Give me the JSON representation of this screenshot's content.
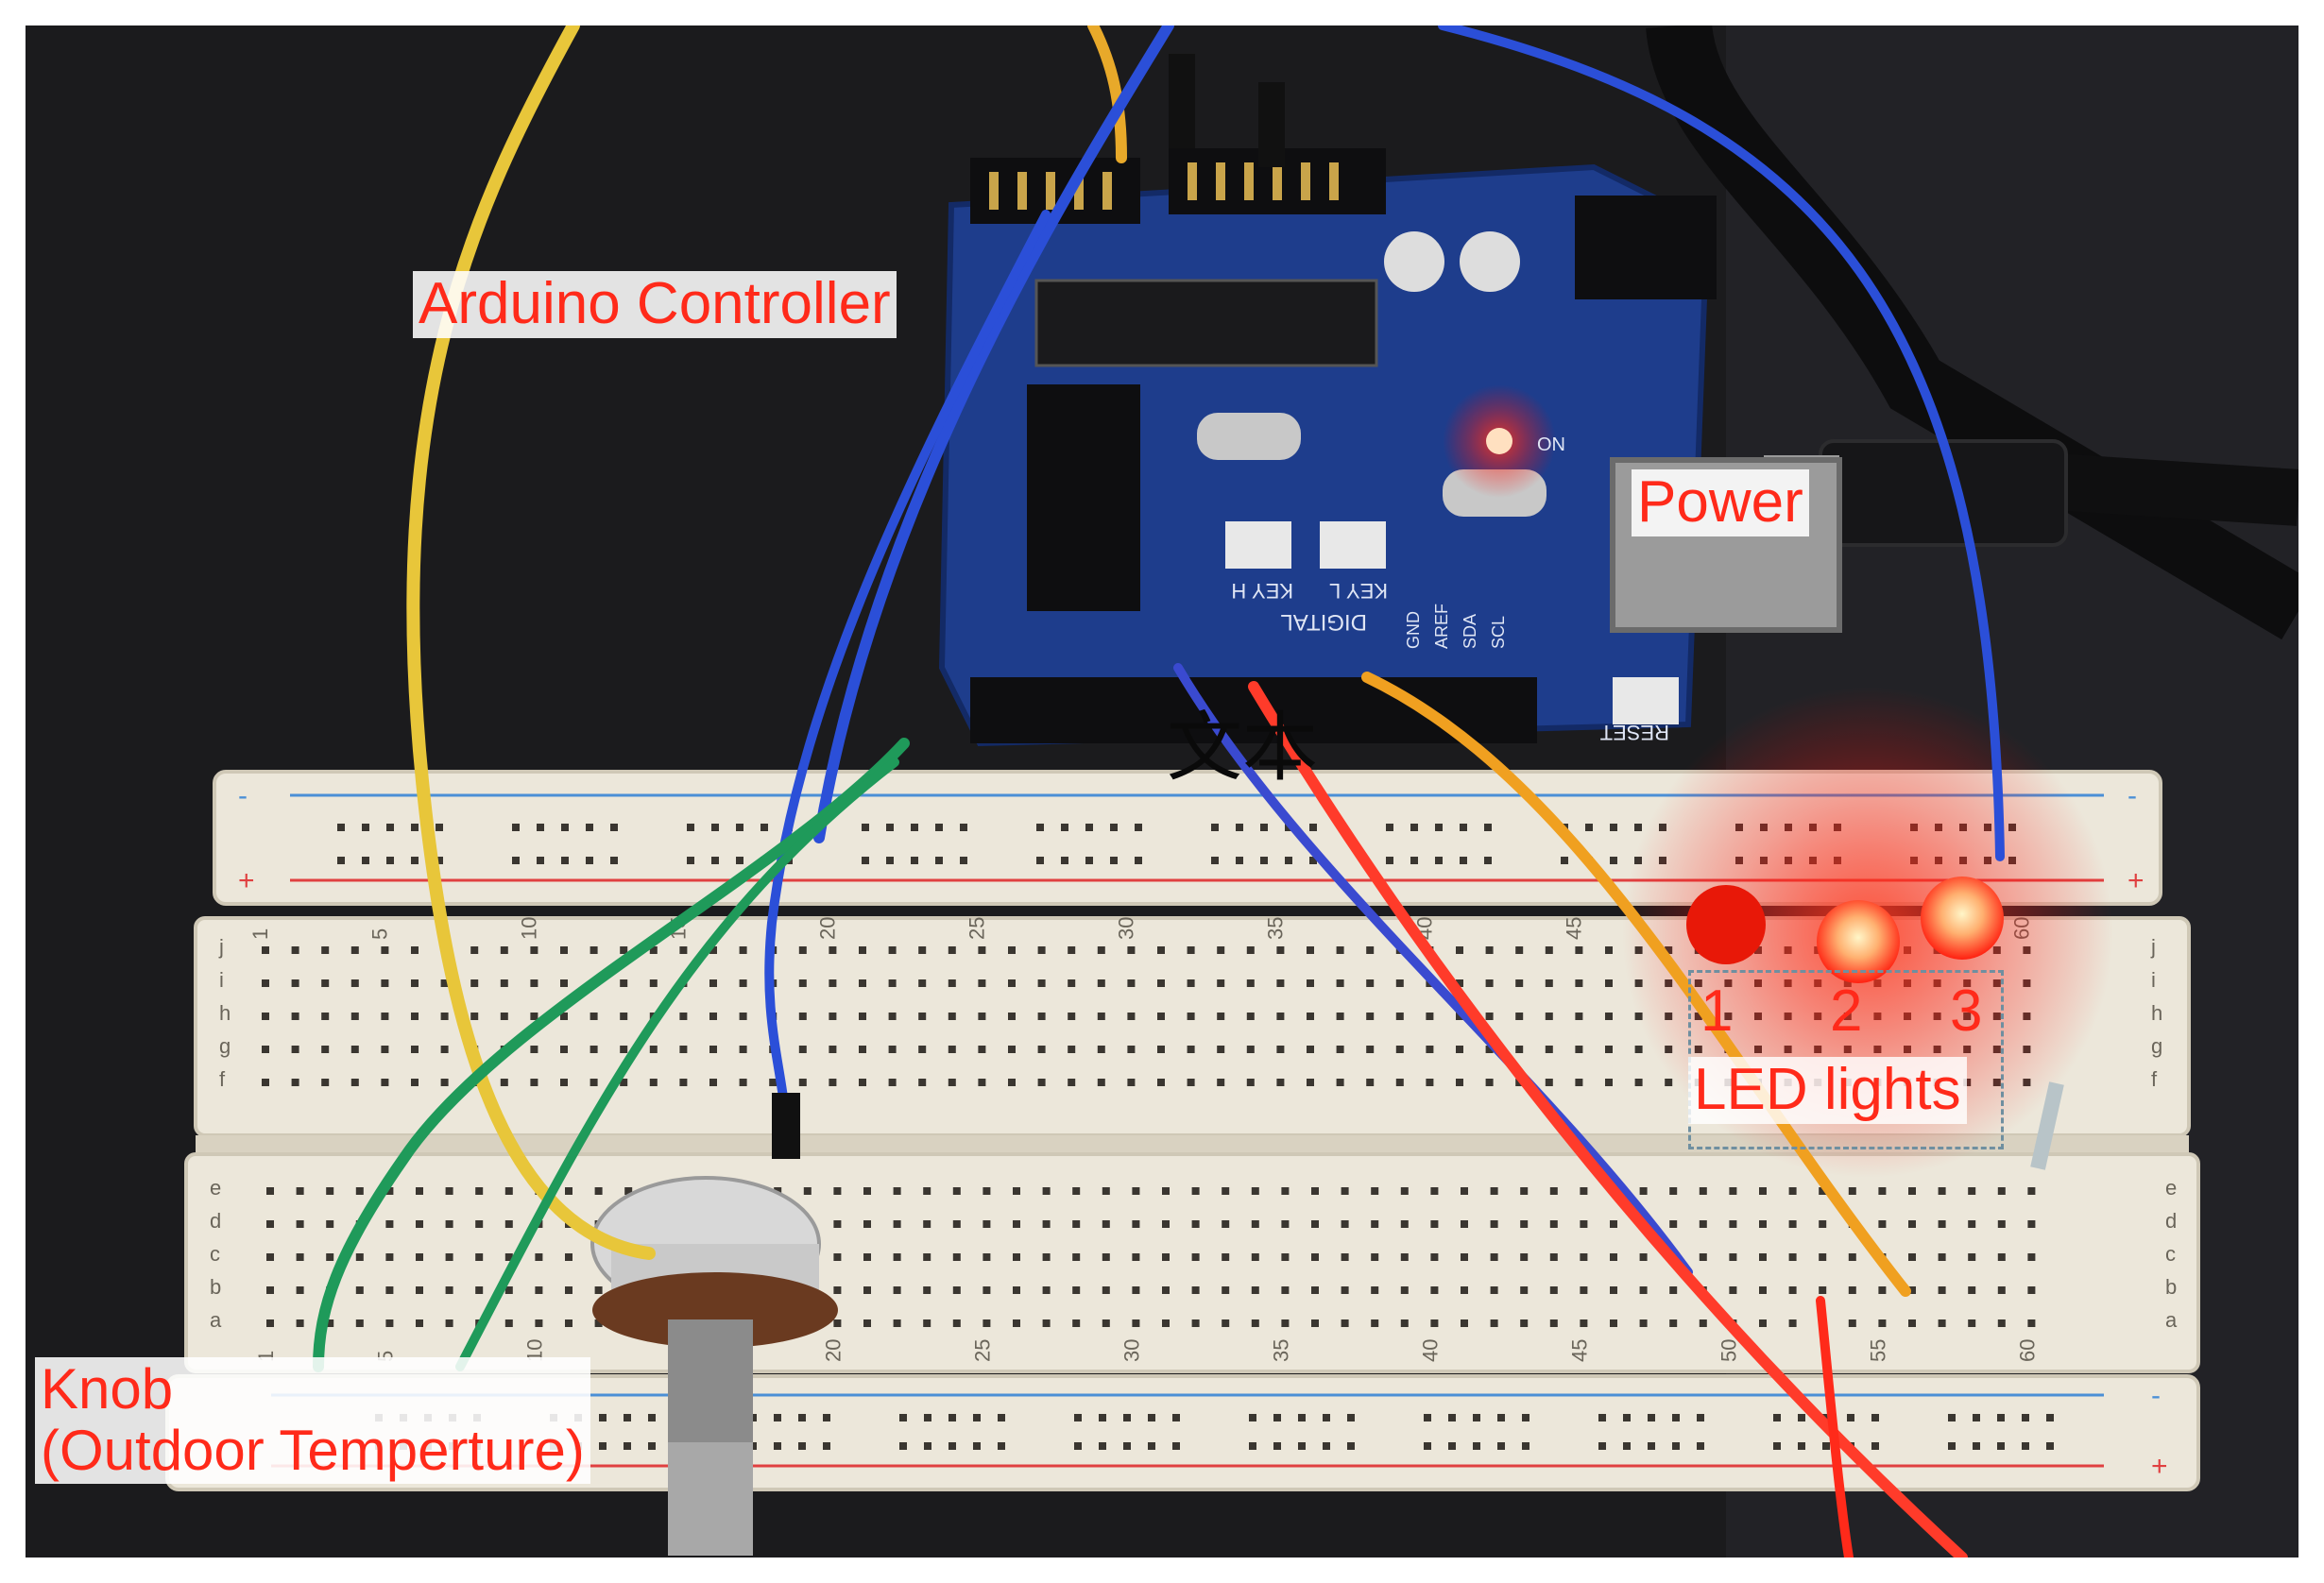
{
  "labels": {
    "arduino": "Arduino Controller",
    "power": "Power",
    "knob_line1": "Knob",
    "knob_line2": "(Outdoor Temperture)",
    "led_lights": "LED lights",
    "led_numbers": [
      "1",
      "2",
      "3"
    ],
    "overlay_char": "文本"
  },
  "board_silkscreen": {
    "digital": "DIGITAL",
    "reset": "RESET",
    "key_h": "KEY H",
    "key_l": "KEY L",
    "on": "ON",
    "aref": "AREF",
    "gnd": "GND",
    "sda": "SDA",
    "scl": "SCL"
  },
  "breadboard_numbers": [
    "1",
    "5",
    "10",
    "15",
    "20",
    "25",
    "30",
    "35",
    "40",
    "45",
    "50",
    "55",
    "60"
  ],
  "breadboard_rows_top": [
    "j",
    "i",
    "h",
    "g",
    "f"
  ],
  "breadboard_rows_bottom": [
    "e",
    "d",
    "c",
    "b",
    "a"
  ],
  "rail_signs": [
    "-",
    "+"
  ],
  "colors": {
    "label_text": "#ff2a1a",
    "background": "#1b1b1d",
    "board": "#1e3d8c",
    "breadboard": "#ede8dc",
    "led_glow": "#ff2010"
  }
}
